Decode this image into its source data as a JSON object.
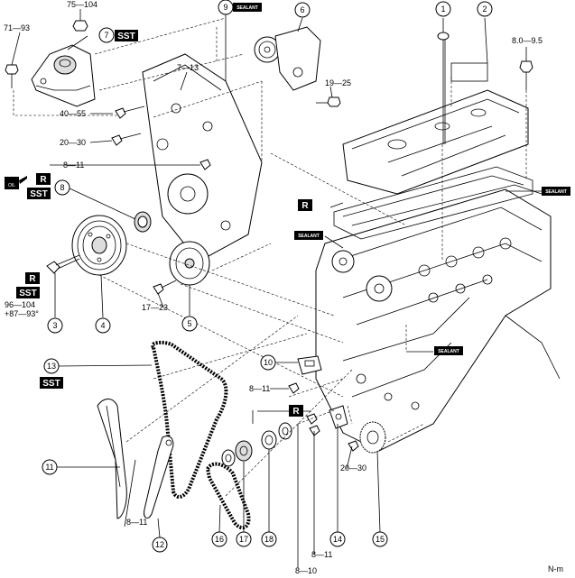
{
  "callouts": [
    {
      "id": "c1",
      "num": "1"
    },
    {
      "id": "c2",
      "num": "2"
    },
    {
      "id": "c3",
      "num": "3"
    },
    {
      "id": "c4",
      "num": "4"
    },
    {
      "id": "c5",
      "num": "5"
    },
    {
      "id": "c6",
      "num": "6"
    },
    {
      "id": "c7",
      "num": "7"
    },
    {
      "id": "c8",
      "num": "8"
    },
    {
      "id": "c9",
      "num": "9"
    },
    {
      "id": "c10",
      "num": "10"
    },
    {
      "id": "c11",
      "num": "11"
    },
    {
      "id": "c12",
      "num": "12"
    },
    {
      "id": "c13",
      "num": "13"
    },
    {
      "id": "c14",
      "num": "14"
    },
    {
      "id": "c15",
      "num": "15"
    },
    {
      "id": "c16",
      "num": "16"
    },
    {
      "id": "c17",
      "num": "17"
    },
    {
      "id": "c18",
      "num": "18"
    }
  ],
  "torques": {
    "t75_104": "75—104",
    "t71_93": "71—93",
    "t7_13": "7—13",
    "t40_55": "40—55",
    "t20_30a": "20—30",
    "t8_11a": "8—11",
    "t19_25": "19—25",
    "t8_9_5": "8.0—9.5",
    "t17_23": "17—23",
    "t96_104": "96—104",
    "t87_93": "+87—93°",
    "t8_11b": "8—11",
    "t8_11c": "8—11",
    "t20_30b": "20—30",
    "t8_11d": "8—11",
    "t8_10": "8—10"
  },
  "badges": {
    "sst": "SST",
    "r": "R",
    "sealant": "SEALANT"
  },
  "ref_code": "N-m"
}
